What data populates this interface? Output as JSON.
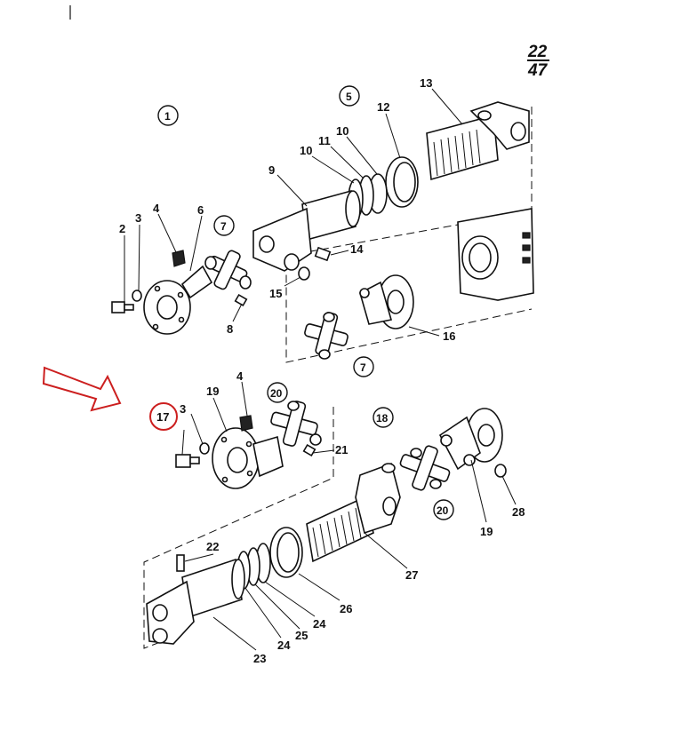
{
  "page_ref": {
    "top": "22",
    "bottom": "47"
  },
  "callouts": [
    "1",
    "2",
    "3",
    "4",
    "6",
    "7",
    "8",
    "9",
    "10",
    "10",
    "11",
    "12",
    "13",
    "14",
    "15",
    "16",
    "17",
    "3",
    "19",
    "4",
    "21",
    "22",
    "23",
    "24",
    "25",
    "24",
    "26",
    "27",
    "28",
    "19"
  ],
  "circled": [
    "1",
    "5",
    "7",
    "7",
    "20",
    "18",
    "20"
  ],
  "highlight": {
    "part": "17",
    "color": "#cc1f1f"
  },
  "arrow": {
    "color": "#cc1f1f"
  }
}
